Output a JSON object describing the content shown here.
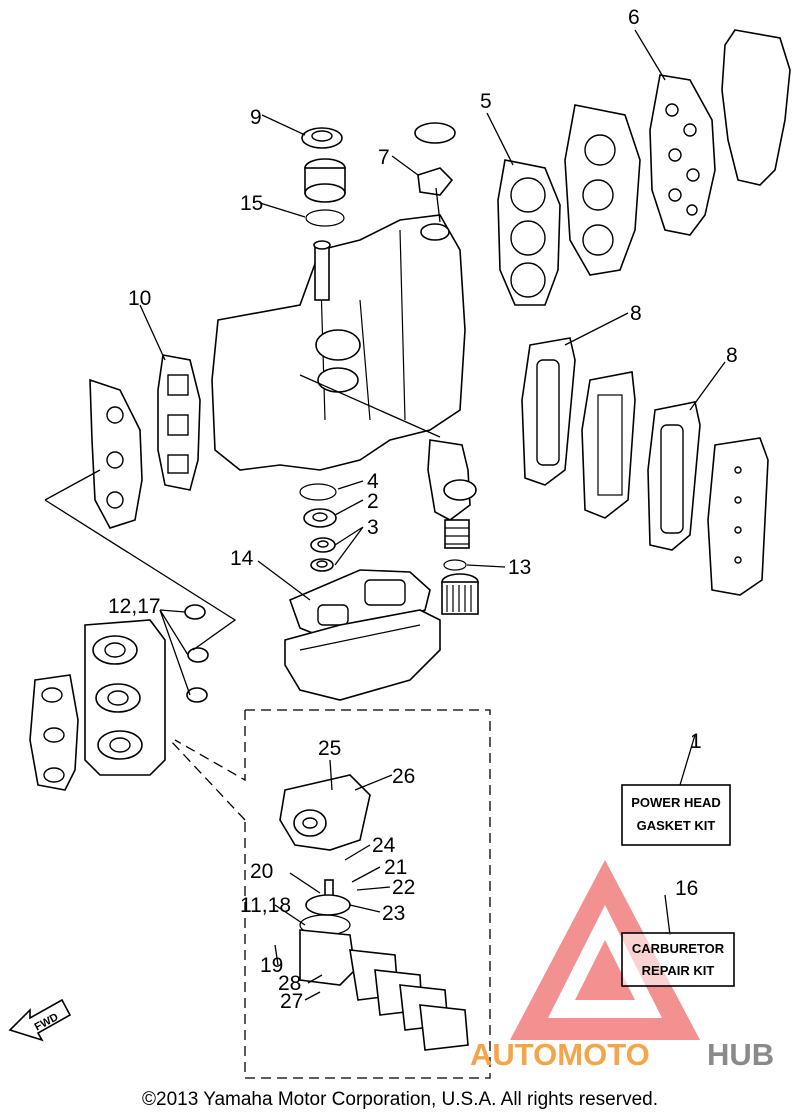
{
  "callouts": {
    "c1": "1",
    "c2": "2",
    "c3": "3",
    "c4": "4",
    "c5": "5",
    "c6": "6",
    "c7": "7",
    "c8a": "8",
    "c8b": "8",
    "c9": "9",
    "c10": "10",
    "c12_17": "12,17",
    "c13": "13",
    "c14": "14",
    "c15": "15",
    "c16": "16",
    "c11_18": "11,18",
    "c19": "19",
    "c20": "20",
    "c21": "21",
    "c22": "22",
    "c23": "23",
    "c24": "24",
    "c25": "25",
    "c26": "26",
    "c27": "27",
    "c28": "28"
  },
  "kits": {
    "power_head": {
      "line1": "POWER HEAD",
      "line2": "GASKET KIT"
    },
    "carburetor": {
      "line1": "CARBURETOR",
      "line2": "REPAIR KIT"
    }
  },
  "fwd_label": "FWD",
  "watermark": {
    "part1": "AUTOMOTO",
    "part2": "HUB"
  },
  "copyright": "©2013 Yamaha Motor Corporation, U.S.A. All rights reserved.",
  "colors": {
    "watermark_triangle": "#e83a3a",
    "watermark_text": "#f4a54a",
    "watermark_hub": "#8a8a8a"
  }
}
